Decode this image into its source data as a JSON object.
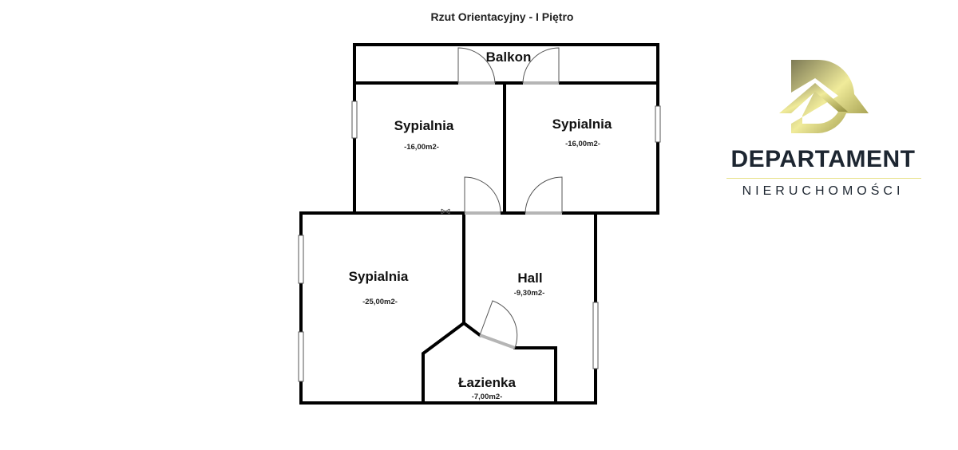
{
  "title": "Rzut Orientacyjny - I Piętro",
  "rooms": [
    {
      "name": "Balkon"
    },
    {
      "name": "Sypialnia",
      "area": "-16,00m2-"
    },
    {
      "name": "Sypialnia",
      "area": "-16,00m2-"
    },
    {
      "name": "Sypialnia",
      "area": "-25,00m2-"
    },
    {
      "name": "Hall",
      "area": "-9,30m2-"
    },
    {
      "name": "Łazienka",
      "area": "-7,00m2-"
    }
  ],
  "logo": {
    "name": "DEPARTAMENT",
    "subtitle": "NIERUCHOMOŚCI",
    "gold": "#c8bf5a",
    "dark": "#1d2631"
  }
}
